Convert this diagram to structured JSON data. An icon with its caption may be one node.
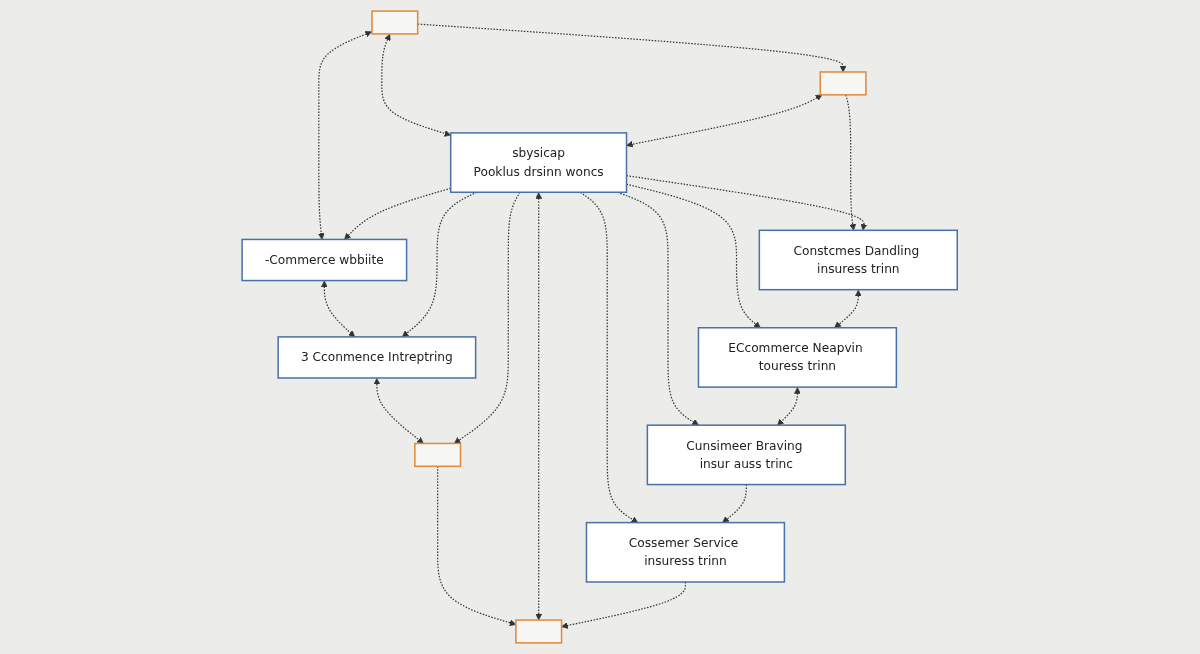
{
  "diagram": {
    "nodes": [
      {
        "text": [],
        "shape": "box"
      },
      {
        "text": [
          "-Commerce wbbiite"
        ]
      },
      {
        "text": [
          "3 Cconmence Intreptring"
        ]
      },
      {
        "text": [],
        "shape": "box"
      },
      {
        "text": [],
        "shape": "box"
      },
      {
        "text": [
          "sbysicap",
          "Pooklus drsinn woncs"
        ]
      },
      {
        "text": [],
        "shape": "box"
      },
      {
        "text": [
          "Constcmes Dandling insuress trinn"
        ]
      },
      {
        "text": [
          "ECcommerce Neapvin touress trinn"
        ]
      },
      {
        "text": [
          "Cunsimeer Braving insur auss trinc"
        ]
      },
      {
        "text": [
          "Cossemer Service insuress trinn"
        ]
      }
    ],
    "edges": [
      {
        "from": 0,
        "to": 1,
        "arrow": "both",
        "style": "dashed"
      },
      {
        "from": 1,
        "to": 2,
        "arrow": "both",
        "style": "dashed"
      },
      {
        "from": 2,
        "to": 3,
        "arrow": "both",
        "style": "dashed"
      },
      {
        "from": 0,
        "to": 4,
        "arrow": "to",
        "style": "dashed"
      },
      {
        "from": 0,
        "to": 5,
        "arrow": "both",
        "style": "dashed"
      },
      {
        "from": 4,
        "to": 5,
        "arrow": "both",
        "style": "dashed"
      },
      {
        "from": 5,
        "to": 1,
        "arrow": "to",
        "style": "dashed"
      },
      {
        "from": 5,
        "to": 2,
        "arrow": "to",
        "style": "dashed"
      },
      {
        "from": 5,
        "to": 3,
        "arrow": "to",
        "style": "dashed"
      },
      {
        "from": 3,
        "to": 6,
        "arrow": "to",
        "style": "dashed"
      },
      {
        "from": 5,
        "to": 6,
        "arrow": "both",
        "style": "dashed"
      },
      {
        "from": 4,
        "to": 7,
        "arrow": "to",
        "style": "dashed"
      },
      {
        "from": 5,
        "to": 7,
        "arrow": "to",
        "style": "dashed"
      },
      {
        "from": 5,
        "to": 8,
        "arrow": "to",
        "style": "dashed"
      },
      {
        "from": 5,
        "to": 9,
        "arrow": "to",
        "style": "dashed"
      },
      {
        "from": 5,
        "to": 10,
        "arrow": "to",
        "style": "dashed"
      },
      {
        "from": 7,
        "to": 8,
        "arrow": "both",
        "style": "dashed"
      },
      {
        "from": 8,
        "to": 9,
        "arrow": "both",
        "style": "dashed"
      },
      {
        "from": 9,
        "to": 10,
        "arrow": "to",
        "style": "dashed"
      },
      {
        "from": 10,
        "to": 6,
        "arrow": "to",
        "style": "dashed"
      }
    ]
  }
}
